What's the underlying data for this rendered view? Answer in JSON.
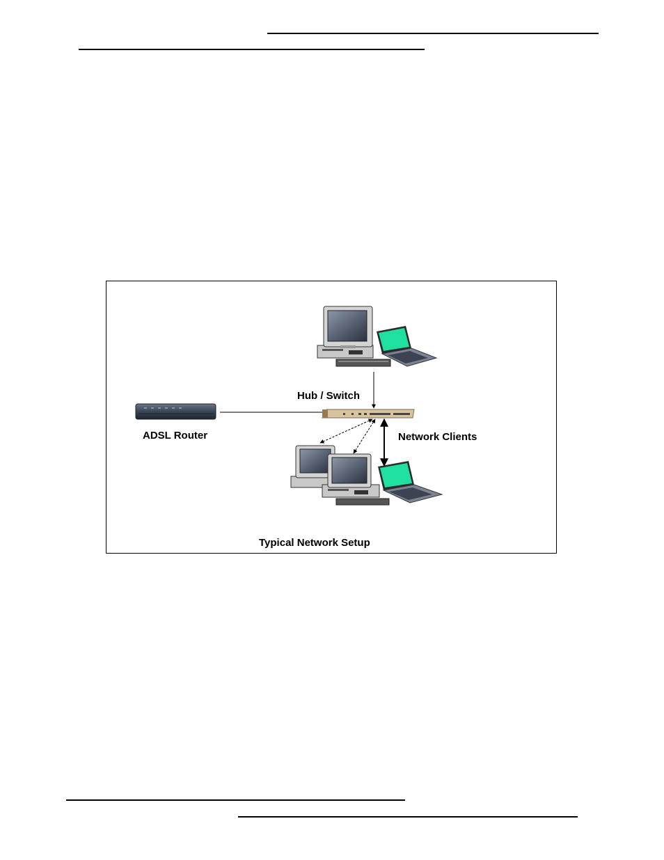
{
  "diagram": {
    "router_label": "ADSL Router",
    "hub_label": "Hub / Switch",
    "clients_label": "Network Clients",
    "caption": "Typical Network Setup"
  },
  "colors": {
    "laptop_screen": "#1fe0a0",
    "router_body": "#3a4556",
    "hub_body": "#d9c4a0",
    "monitor_gray": "#c8c8c8"
  }
}
